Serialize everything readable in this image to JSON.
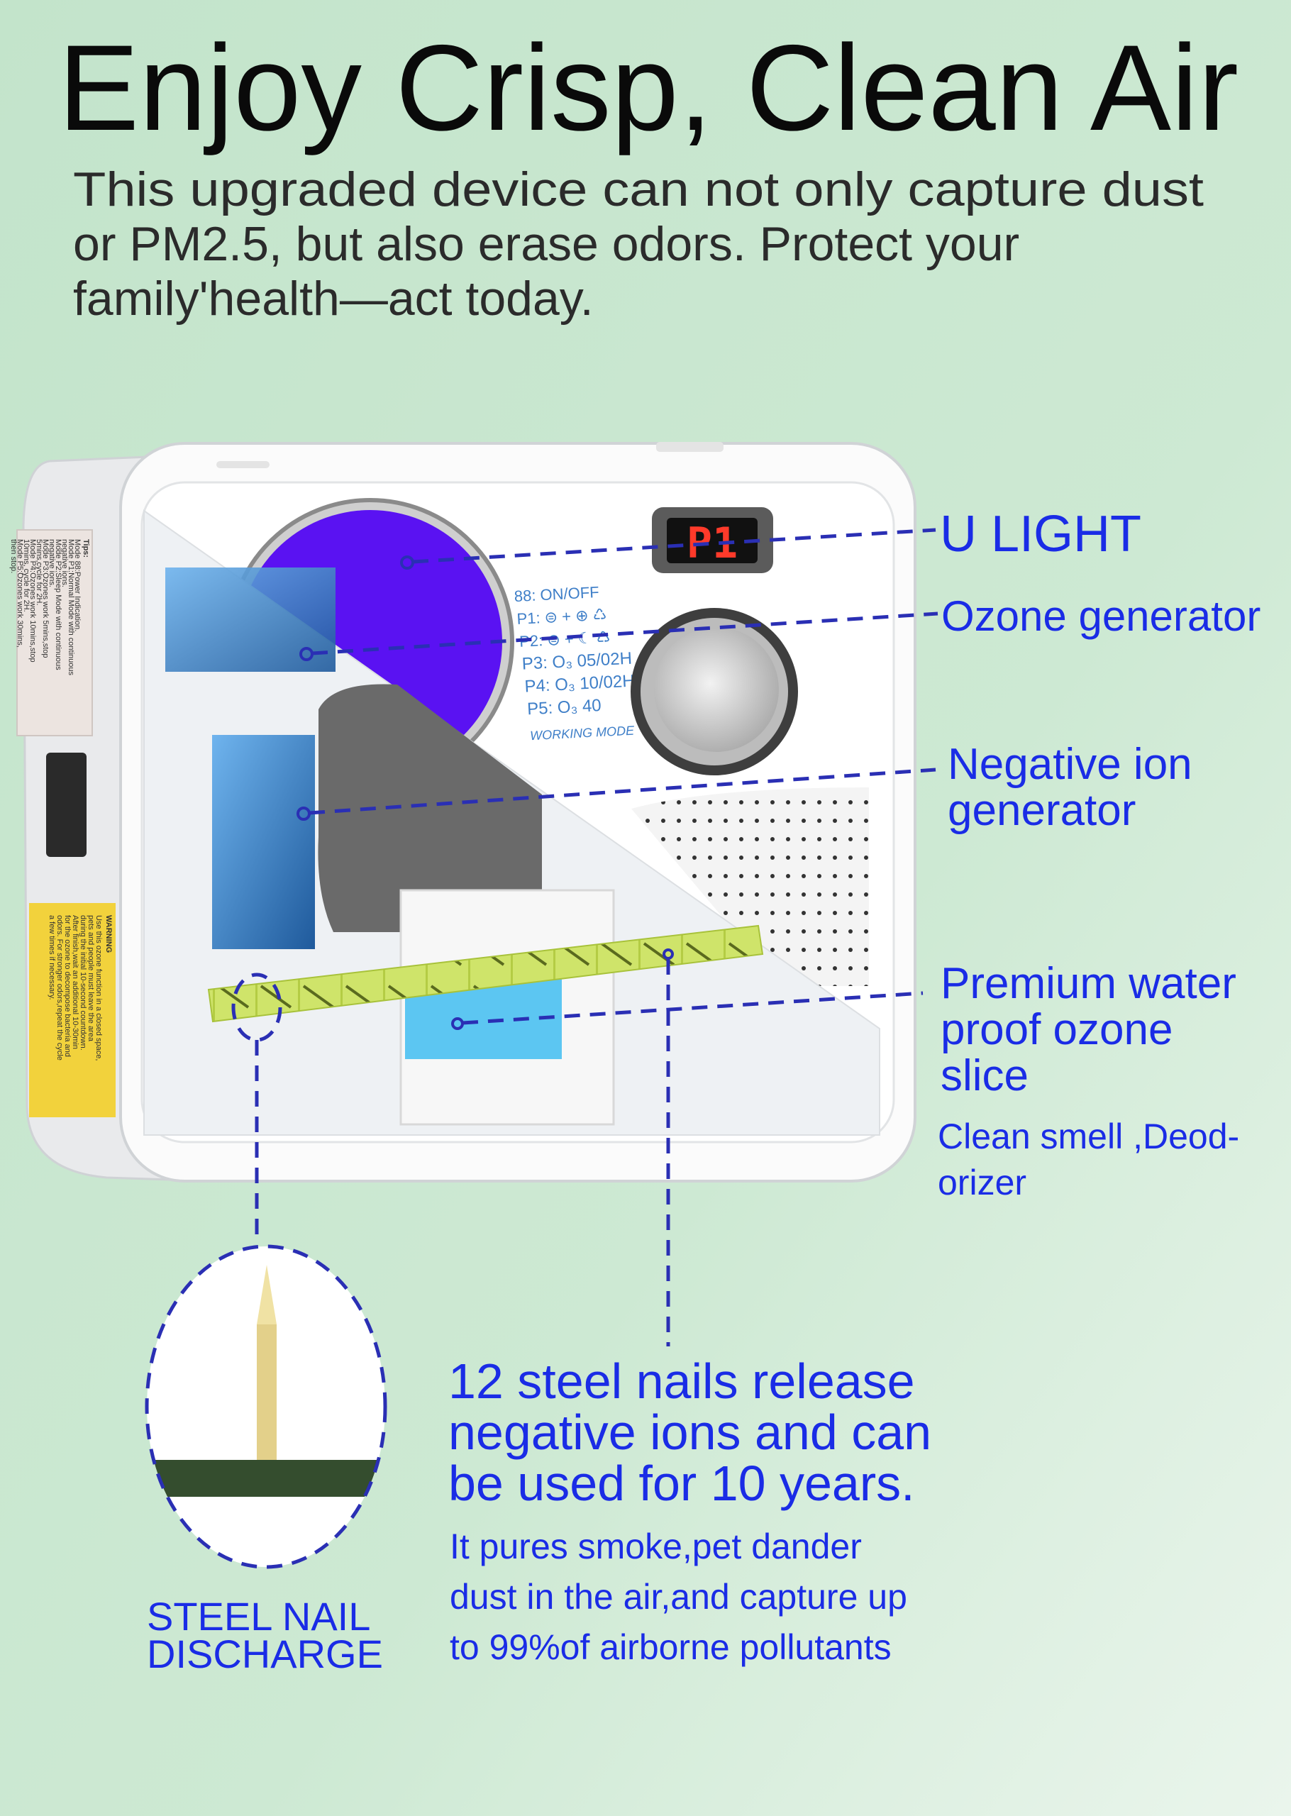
{
  "header": {
    "title": "Enjoy Crisp, Clean Air",
    "subtitle_lines": [
      "This upgraded device can not only capture dust",
      "or PM2.5, but also erase odors. Protect your",
      "family'health—act today."
    ]
  },
  "device": {
    "display_value": "P1",
    "panel_lines": [
      "88:  ON/OFF",
      "P1: ⊜ + ⊕  ♺",
      "P2: ⊜ + ☾  ♺",
      "P3: O₃ 05/02H",
      "P4: O₃ 10/02H",
      "P5: O₃ 40",
      "WORKING MODE"
    ],
    "tips_title": "Tips:",
    "tips_lines": [
      "Mode 88:Power Indication.",
      "Mode P1:Normal Mode with continuous",
      "negative ions.",
      "Mode P2:Sleep Mode with continuous",
      "negative ions.",
      "Mode P3:Ozones work 5mins,stop",
      "5mins,cycle for 2H.",
      "Mode P4:Ozones work 10mins,stop",
      "10mins, cycle for 2H.",
      "Mode P5:Ozones work 30mins,",
      "then stop."
    ],
    "warning_title": "WARNING",
    "warning_lines": [
      "Use this ozone function in a closed space,",
      "pets and people must leave the area",
      "during the initial 10-second countdown.",
      "After finish,wait an additional 10-30min",
      "for the ozone to decompose bacteria and",
      "odors. For stronger odors,repeat the cycle",
      "a few times if necessary."
    ]
  },
  "callouts": {
    "u_light": "U LIGHT",
    "ozone_generator": "Ozone generator",
    "negative_ion": [
      "Negative ion",
      "generator"
    ],
    "ozone_slice": [
      "Premium water",
      "proof ozone",
      "slice"
    ],
    "ozone_slice_note": [
      "Clean smell ,Deod-",
      "orizer"
    ],
    "steel_nail": [
      "STEEL NAIL",
      "DISCHARGE"
    ],
    "nails_headline": [
      "12 steel nails release",
      "negative ions and can",
      "be used for 10 years."
    ],
    "nails_body": [
      "It pures smoke,pet dander",
      "dust in the air,and capture up",
      "to 99%of airborne pollutants"
    ]
  },
  "colors": {
    "background": "#c8e6cf",
    "callout_text": "#1a2ce6",
    "leader_line": "#2a2fb4",
    "uv_light": "#5a12f2",
    "display_digits": "#ff3a2a"
  }
}
